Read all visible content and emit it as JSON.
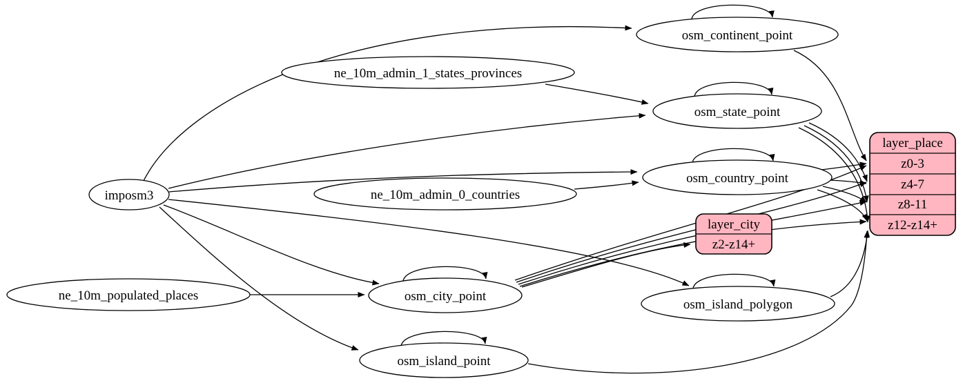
{
  "diagram": {
    "type": "etl-graph",
    "colors": {
      "background": "#ffffff",
      "node_fill": "#ffffff",
      "node_stroke": "#000000",
      "layer_fill": "#ffb6c1",
      "edge": "#000000"
    },
    "nodes": [
      {
        "id": "imposm3",
        "label": "imposm3"
      },
      {
        "id": "ne_10m_admin_1_states_provinces",
        "label": "ne_10m_admin_1_states_provinces"
      },
      {
        "id": "ne_10m_admin_0_countries",
        "label": "ne_10m_admin_0_countries"
      },
      {
        "id": "ne_10m_populated_places",
        "label": "ne_10m_populated_places"
      },
      {
        "id": "osm_continent_point",
        "label": "osm_continent_point"
      },
      {
        "id": "osm_state_point",
        "label": "osm_state_point"
      },
      {
        "id": "osm_country_point",
        "label": "osm_country_point"
      },
      {
        "id": "osm_city_point",
        "label": "osm_city_point"
      },
      {
        "id": "osm_island_polygon",
        "label": "osm_island_polygon"
      },
      {
        "id": "osm_island_point",
        "label": "osm_island_point"
      }
    ],
    "layers": [
      {
        "id": "layer_city",
        "title": "layer_city",
        "zoom_rows": [
          "z2-z14+"
        ]
      },
      {
        "id": "layer_place",
        "title": "layer_place",
        "zoom_rows": [
          "z0-3",
          "z4-7",
          "z8-11",
          "z12-z14+"
        ]
      }
    ],
    "edges": [
      {
        "from": "imposm3",
        "to": "osm_continent_point"
      },
      {
        "from": "imposm3",
        "to": "osm_state_point"
      },
      {
        "from": "imposm3",
        "to": "osm_country_point"
      },
      {
        "from": "imposm3",
        "to": "osm_city_point"
      },
      {
        "from": "imposm3",
        "to": "osm_island_polygon"
      },
      {
        "from": "imposm3",
        "to": "osm_island_point"
      },
      {
        "from": "ne_10m_admin_1_states_provinces",
        "to": "osm_state_point"
      },
      {
        "from": "ne_10m_admin_0_countries",
        "to": "osm_country_point"
      },
      {
        "from": "ne_10m_populated_places",
        "to": "osm_city_point"
      },
      {
        "from": "osm_continent_point",
        "to": "osm_continent_point"
      },
      {
        "from": "osm_state_point",
        "to": "osm_state_point"
      },
      {
        "from": "osm_country_point",
        "to": "osm_country_point"
      },
      {
        "from": "osm_city_point",
        "to": "osm_city_point"
      },
      {
        "from": "osm_island_polygon",
        "to": "osm_island_polygon"
      },
      {
        "from": "osm_island_point",
        "to": "osm_island_point"
      },
      {
        "from": "osm_continent_point",
        "to": "layer_place",
        "to_port": "z0-3"
      },
      {
        "from": "osm_state_point",
        "to": "layer_place",
        "to_port": "z4-7"
      },
      {
        "from": "osm_state_point",
        "to": "layer_place",
        "to_port": "z8-11"
      },
      {
        "from": "osm_state_point",
        "to": "layer_place",
        "to_port": "z12-z14+"
      },
      {
        "from": "osm_country_point",
        "to": "layer_place",
        "to_port": "z0-3"
      },
      {
        "from": "osm_country_point",
        "to": "layer_place",
        "to_port": "z4-7"
      },
      {
        "from": "osm_country_point",
        "to": "layer_place",
        "to_port": "z8-11"
      },
      {
        "from": "osm_country_point",
        "to": "layer_place",
        "to_port": "z12-z14+"
      },
      {
        "from": "osm_city_point",
        "to": "layer_city",
        "to_port": "z2-z14+"
      },
      {
        "from": "osm_city_point",
        "to": "layer_place",
        "to_port": "z0-3"
      },
      {
        "from": "osm_city_point",
        "to": "layer_place",
        "to_port": "z4-7"
      },
      {
        "from": "osm_city_point",
        "to": "layer_place",
        "to_port": "z8-11"
      },
      {
        "from": "osm_city_point",
        "to": "layer_place",
        "to_port": "z12-z14+"
      },
      {
        "from": "osm_island_polygon",
        "to": "layer_place",
        "to_port": "z12-z14+"
      },
      {
        "from": "osm_island_point",
        "to": "layer_place",
        "to_port": "z12-z14+"
      }
    ]
  }
}
